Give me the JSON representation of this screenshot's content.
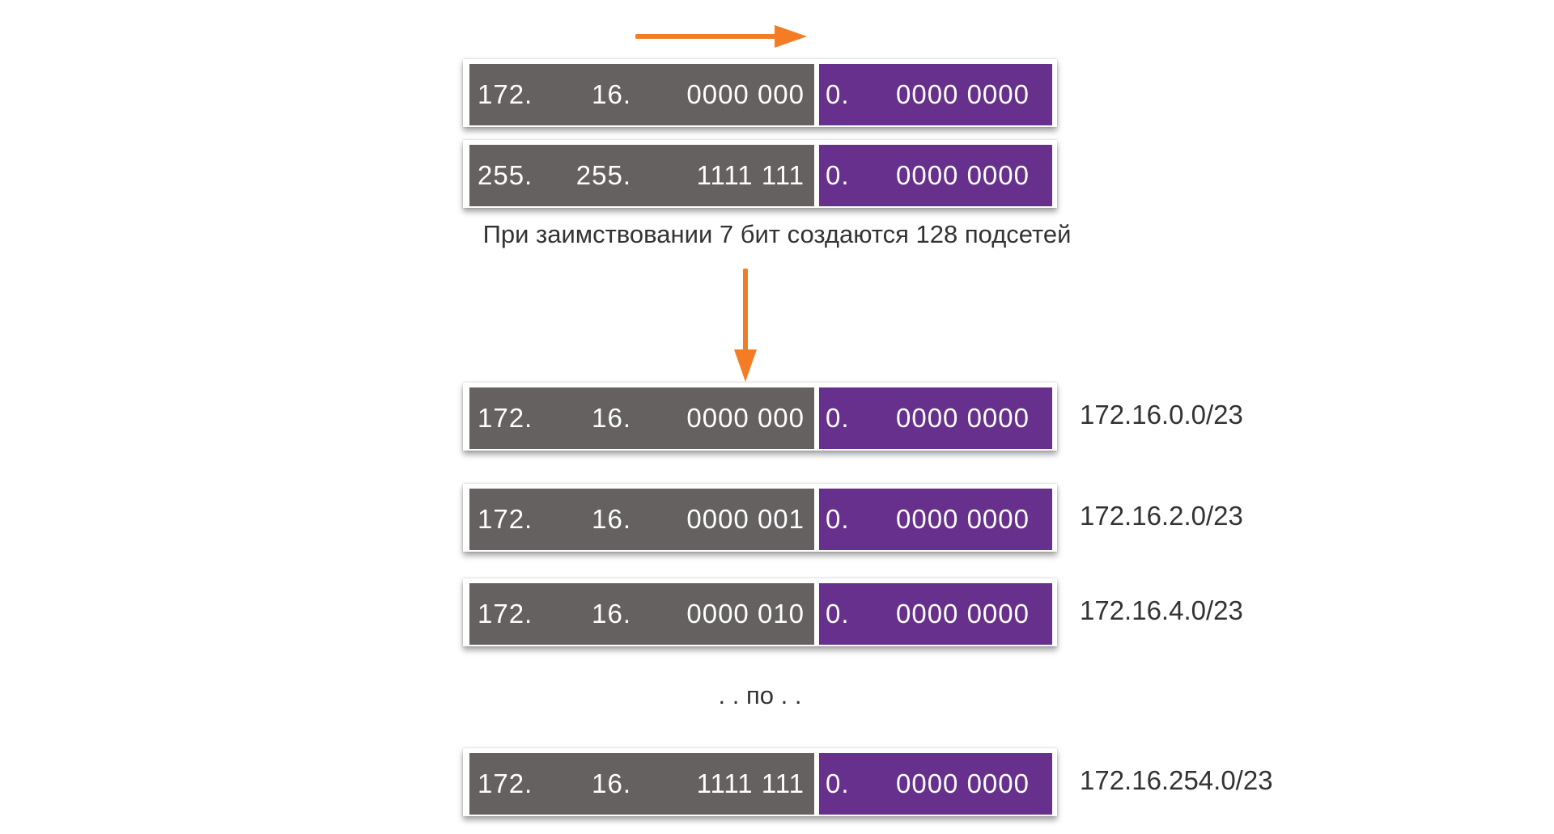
{
  "caption": "При заимствовании 7 бит создаются 128 подсетей",
  "ellipsis": ". . по . .",
  "arrow_color": "#f47c25",
  "colors": {
    "network": "#656161",
    "host": "#66308c"
  },
  "address": {
    "o1": "172.",
    "o2": "16.",
    "o3": "0000 000",
    "p1": "0.",
    "p2": "0000 0000"
  },
  "mask": {
    "o1": "255.",
    "o2": "255.",
    "o3": "1111 111",
    "p1": "0.",
    "p2": "0000 0000"
  },
  "subnets": [
    {
      "o1": "172.",
      "o2": "16.",
      "o3": "0000 000",
      "p1": "0.",
      "p2": "0000 0000",
      "cidr": "172.16.0.0/23"
    },
    {
      "o1": "172.",
      "o2": "16.",
      "o3": "0000 001",
      "p1": "0.",
      "p2": "0000 0000",
      "cidr": "172.16.2.0/23"
    },
    {
      "o1": "172.",
      "o2": "16.",
      "o3": "0000 010",
      "p1": "0.",
      "p2": "0000 0000",
      "cidr": "172.16.4.0/23"
    },
    {
      "o1": "172.",
      "o2": "16.",
      "o3": "1111 111",
      "p1": "0.",
      "p2": "0000 0000",
      "cidr": "172.16.254.0/23"
    }
  ]
}
